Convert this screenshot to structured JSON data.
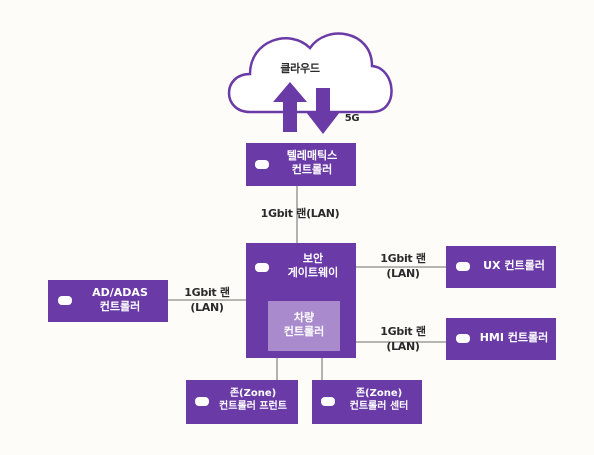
{
  "diagram": {
    "cloud": {
      "label": "클라우드",
      "link_label": "5G"
    },
    "telematics": {
      "label": "텔레매틱스\n컨트롤러"
    },
    "gateway": {
      "label": "보안\n게이트웨이"
    },
    "vehicle": {
      "label": "차량\n컨트롤러"
    },
    "adas": {
      "label": "AD/ADAS\n컨트롤러"
    },
    "ux": {
      "label": "UX 컨트롤러"
    },
    "hmi": {
      "label": "HMI 컨트롤러"
    },
    "zone_front": {
      "label": "존(Zone)\n컨트롤러 프런트"
    },
    "zone_center": {
      "label": "존(Zone)\n컨트롤러 센터"
    },
    "links": {
      "telematics_gateway": "1Gbit 랜(LAN)",
      "adas_gateway": "1Gbit 랜\n(LAN)",
      "gateway_ux": "1Gbit 랜\n(LAN)",
      "gateway_hmi": "1Gbit 랜\n(LAN)"
    },
    "colors": {
      "node": "#6a3aa6",
      "inner_node": "#a98acc",
      "line": "#8a8a8a",
      "cloud_outline": "#6a3aa6"
    }
  }
}
